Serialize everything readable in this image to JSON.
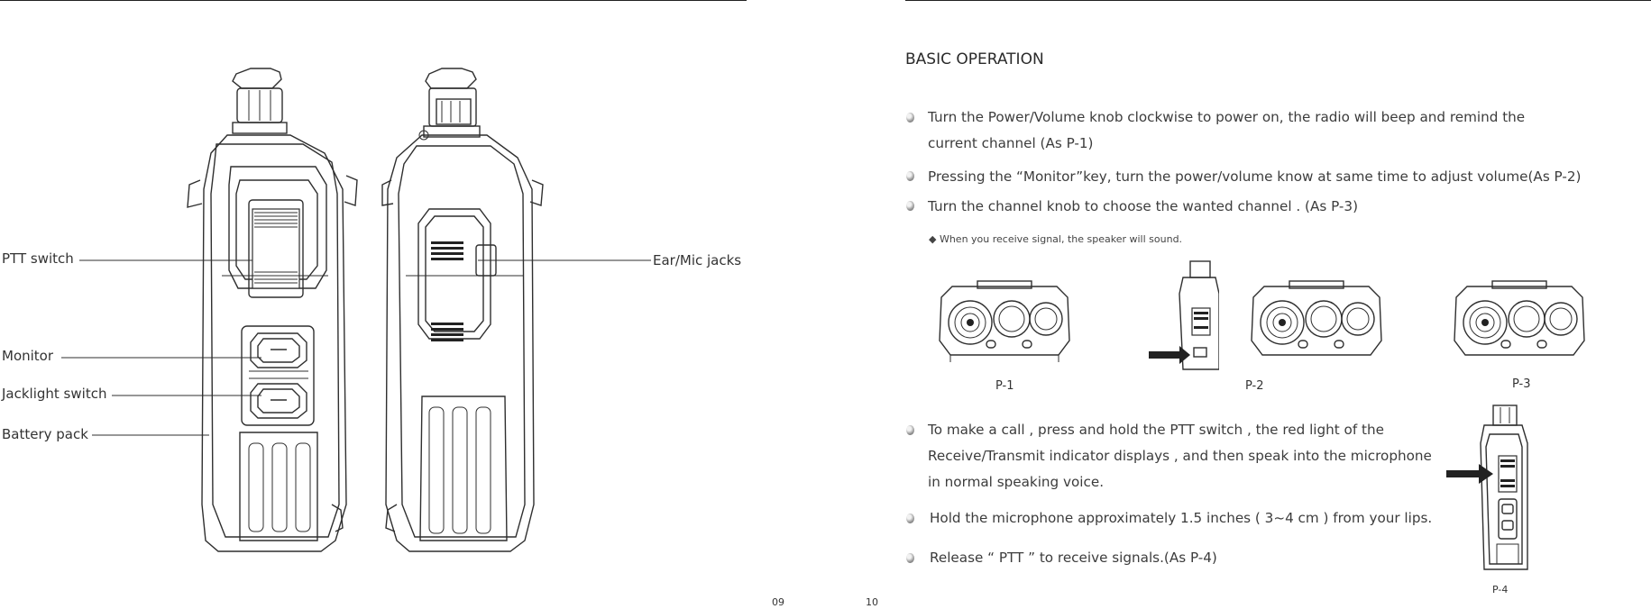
{
  "left_page": {
    "labels": {
      "ptt_switch": "PTT switch",
      "monitor": "Monitor",
      "jacklight_switch": "Jacklight switch",
      "battery_pack": "Battery pack",
      "ear_mic_jacks": "Ear/Mic jacks"
    },
    "page_number": "09"
  },
  "right_page": {
    "heading": "BASIC OPERATION",
    "bullets": [
      {
        "line1": "Turn the Power/Volume knob clockwise to power on, the radio will beep and remind the",
        "line2": "current channel (As P-1)"
      },
      {
        "line1": "Pressing the “Monitor”key, turn the power/volume know at same time to adjust volume(As P-2)"
      },
      {
        "line1": "Turn the channel knob to choose the wanted channel . (As P-3)"
      }
    ],
    "note": "◆ When you receive signal, the speaker will sound.",
    "figure_labels": {
      "p1": "P-1",
      "p2": "P-2",
      "p3": "P-3",
      "p4": "P-4"
    },
    "bullets2": [
      {
        "line1": "To make a call , press and hold the PTT switch , the red light of the",
        "line2": "Receive/Transmit indicator displays , and then speak into the microphone",
        "line3": "in normal speaking voice."
      },
      {
        "line1": "Hold the microphone approximately 1.5 inches ( 3~4 cm ) from your lips."
      },
      {
        "line1": "Release “ PTT ” to receive signals.(As P-4)"
      }
    ],
    "page_number": "10"
  }
}
